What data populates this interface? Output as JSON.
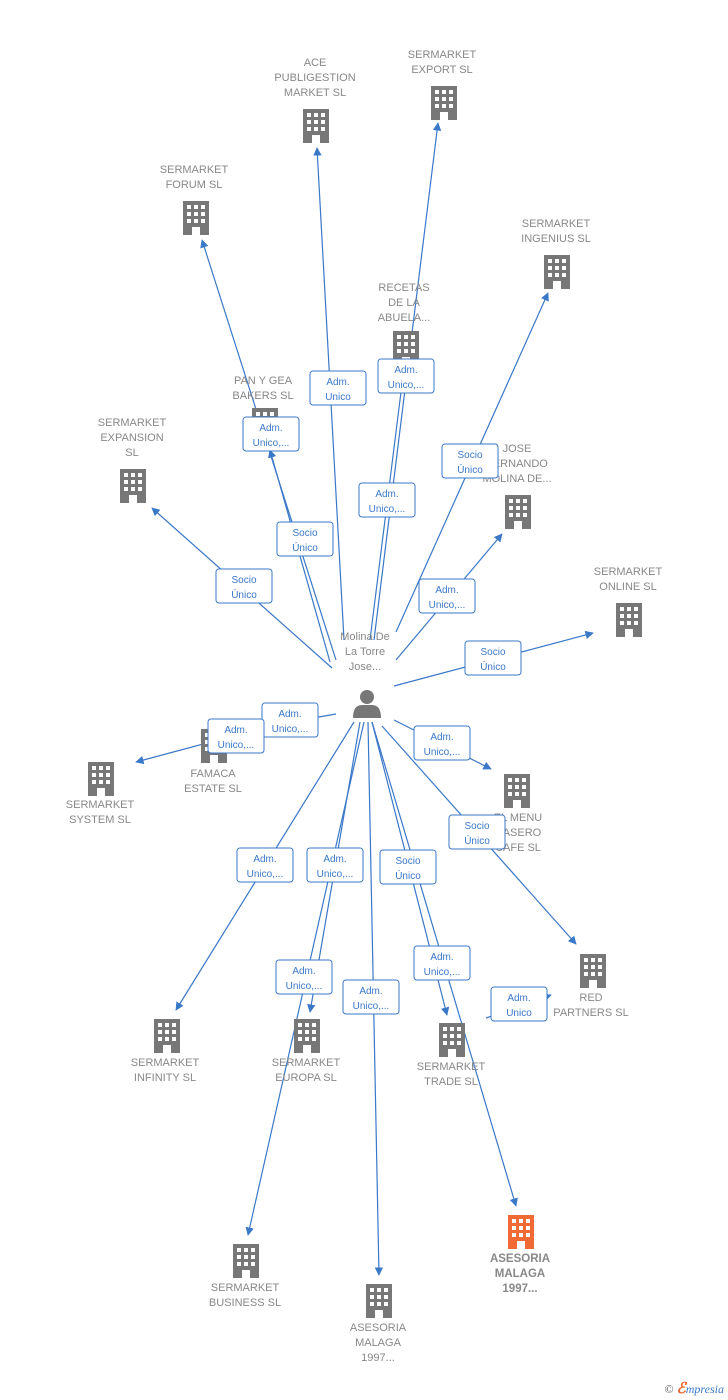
{
  "colors": {
    "edge": "#3a78c8",
    "node": "#777777",
    "highlight": "#f06a35",
    "label": "#888888"
  },
  "center": {
    "id": "person",
    "icon": "person-icon",
    "label_lines": [
      "Molina De",
      "La Torre",
      "Jose..."
    ]
  },
  "nodes": [
    {
      "id": "ace",
      "icon": "building-icon",
      "label_lines": [
        "ACE",
        "PUBLIGESTION",
        "MARKET  SL"
      ]
    },
    {
      "id": "export",
      "icon": "building-icon",
      "label_lines": [
        "SERMARKET",
        "EXPORT  SL"
      ]
    },
    {
      "id": "forum",
      "icon": "building-icon",
      "label_lines": [
        "SERMARKET",
        "FORUM  SL"
      ]
    },
    {
      "id": "ingenius",
      "icon": "building-icon",
      "label_lines": [
        "SERMARKET",
        "INGENIUS  SL"
      ]
    },
    {
      "id": "recetas",
      "icon": "building-icon",
      "label_lines": [
        "RECETAS",
        "DE LA",
        "ABUELA..."
      ]
    },
    {
      "id": "pan",
      "icon": "building-icon",
      "label_lines": [
        "PAN Y GEA",
        "BAKERS  SL"
      ]
    },
    {
      "id": "expansion",
      "icon": "building-icon",
      "label_lines": [
        "SERMARKET",
        "EXPANSION",
        "SL"
      ]
    },
    {
      "id": "jose",
      "icon": "building-icon",
      "label_lines": [
        "JOSE",
        "FERNANDO",
        "MOLINA DE..."
      ]
    },
    {
      "id": "online",
      "icon": "building-icon",
      "label_lines": [
        "SERMARKET",
        "ONLINE  SL"
      ]
    },
    {
      "id": "famaca",
      "icon": "building-icon",
      "label_lines": [
        "FAMACA",
        "ESTATE  SL"
      ]
    },
    {
      "id": "system",
      "icon": "building-icon",
      "label_lines": [
        "SERMARKET",
        "SYSTEM  SL"
      ]
    },
    {
      "id": "menu",
      "icon": "building-icon",
      "label_lines": [
        "EL MENU",
        "CASERO",
        "CAFE  SL"
      ]
    },
    {
      "id": "red",
      "icon": "building-icon",
      "label_lines": [
        "RED",
        "PARTNERS  SL"
      ]
    },
    {
      "id": "infinity",
      "icon": "building-icon",
      "label_lines": [
        "SERMARKET",
        "INFINITY  SL"
      ]
    },
    {
      "id": "europa",
      "icon": "building-icon",
      "label_lines": [
        "SERMARKET",
        "EUROPA  SL"
      ]
    },
    {
      "id": "trade",
      "icon": "building-icon",
      "label_lines": [
        "SERMARKET",
        "TRADE  SL"
      ]
    },
    {
      "id": "business",
      "icon": "building-icon",
      "label_lines": [
        "SERMARKET",
        "BUSINESS  SL"
      ]
    },
    {
      "id": "asesoria2",
      "icon": "building-icon",
      "label_lines": [
        "ASESORIA",
        "MALAGA",
        "1997..."
      ]
    },
    {
      "id": "asesoria1",
      "icon": "building-icon",
      "highlight": true,
      "label_lines": [
        "ASESORIA",
        "MALAGA",
        "1997..."
      ]
    }
  ],
  "edges": [
    {
      "to": "ace",
      "label_lines": [
        "Adm.",
        "Unico"
      ]
    },
    {
      "to": "export",
      "label_lines": [
        "Adm.",
        "Unico,..."
      ]
    },
    {
      "to": "forum",
      "label_lines": [
        "Adm.",
        "Unico,..."
      ]
    },
    {
      "to": "ingenius",
      "label_lines": [
        "Socio",
        "Único"
      ]
    },
    {
      "to": "recetas",
      "label_lines": [
        "Adm.",
        "Unico,..."
      ]
    },
    {
      "to": "pan",
      "label_lines": [
        "Socio",
        "Único"
      ]
    },
    {
      "to": "expansion",
      "label_lines": [
        "Socio",
        "Único"
      ]
    },
    {
      "to": "jose",
      "label_lines": [
        "Adm.",
        "Unico,..."
      ]
    },
    {
      "to": "online",
      "label_lines": [
        "Socio",
        "Único"
      ]
    },
    {
      "to": "famaca",
      "label_lines": [
        "Adm.",
        "Unico,..."
      ]
    },
    {
      "to": "system",
      "label_lines": [
        "Adm.",
        "Unico,..."
      ]
    },
    {
      "to": "menu",
      "label_lines": [
        "Adm.",
        "Unico,..."
      ]
    },
    {
      "to": "red",
      "label_lines": [
        "Socio",
        "Único"
      ]
    },
    {
      "to": "infinity",
      "label_lines": [
        "Adm.",
        "Unico,..."
      ]
    },
    {
      "to": "europa",
      "label_lines": [
        "Adm.",
        "Unico,..."
      ]
    },
    {
      "to": "trade",
      "label_lines": [
        "Socio",
        "Único"
      ]
    },
    {
      "to": "business",
      "label_lines": [
        "Adm.",
        "Unico,..."
      ]
    },
    {
      "to": "asesoria2",
      "label_lines": [
        "Adm.",
        "Unico,..."
      ]
    },
    {
      "to": "asesoria1",
      "label_lines": [
        "Adm.",
        "Unico,..."
      ]
    },
    {
      "to": "red",
      "label_lines": [
        "Adm.",
        "Unico"
      ]
    }
  ],
  "footer": {
    "copyright": "©",
    "brand_first": "ℰ",
    "brand_rest": "mpresia"
  }
}
